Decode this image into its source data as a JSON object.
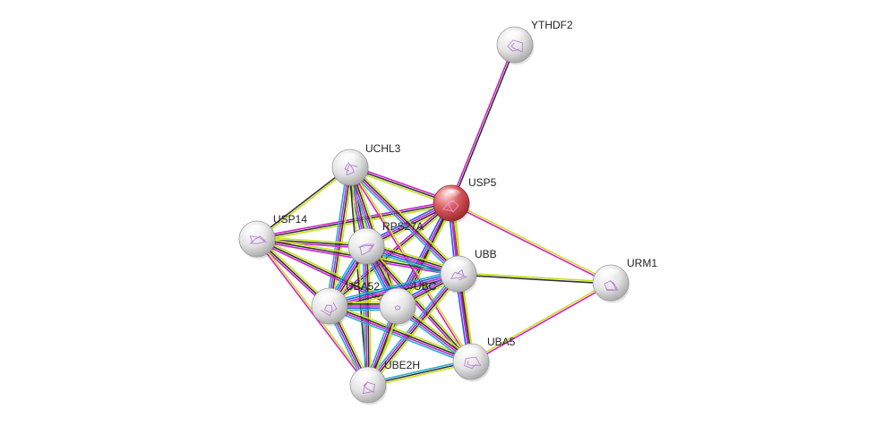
{
  "network": {
    "query_color": "#d04045",
    "node_color": "#e6e6e6",
    "structure_color": "#b070d0",
    "nodes": [
      {
        "id": "YTHDF2",
        "label": "YTHDF2",
        "query": false
      },
      {
        "id": "USP5",
        "label": "USP5",
        "query": true
      },
      {
        "id": "UCHL3",
        "label": "UCHL3",
        "query": false
      },
      {
        "id": "USP14",
        "label": "USP14",
        "query": false
      },
      {
        "id": "RPS27A",
        "label": "RPS27A",
        "query": false
      },
      {
        "id": "UBB",
        "label": "UBB",
        "query": false
      },
      {
        "id": "URM1",
        "label": "URM1",
        "query": false
      },
      {
        "id": "UBA52",
        "label": "UBA52",
        "query": false
      },
      {
        "id": "UBC",
        "label": "UBC",
        "query": false
      },
      {
        "id": "UBA5",
        "label": "UBA5",
        "query": false
      },
      {
        "id": "UBE2H",
        "label": "UBE2H",
        "query": false
      }
    ],
    "edges": [
      {
        "source": "USP5",
        "target": "YTHDF2",
        "colors": [
          "#d020d0",
          "#333333"
        ]
      },
      {
        "source": "USP5",
        "target": "UCHL3",
        "colors": [
          "#c8e020",
          "#333333",
          "#d020d0"
        ]
      },
      {
        "source": "USP5",
        "target": "USP14",
        "colors": [
          "#c8e020",
          "#333333",
          "#d020d0"
        ]
      },
      {
        "source": "USP5",
        "target": "RPS27A",
        "colors": [
          "#c8e020",
          "#333333",
          "#d020d0",
          "#2060e0"
        ]
      },
      {
        "source": "USP5",
        "target": "UBB",
        "colors": [
          "#c8e020",
          "#333333",
          "#d020d0",
          "#2060e0"
        ]
      },
      {
        "source": "USP5",
        "target": "URM1",
        "colors": [
          "#c8e020",
          "#d020d0"
        ]
      },
      {
        "source": "USP5",
        "target": "UBA52",
        "colors": [
          "#c8e020",
          "#333333",
          "#d020d0"
        ]
      },
      {
        "source": "USP5",
        "target": "UBC",
        "colors": [
          "#c8e020",
          "#333333",
          "#d020d0",
          "#2060e0"
        ]
      },
      {
        "source": "USP5",
        "target": "UBA5",
        "colors": [
          "#c8e020",
          "#d020d0"
        ]
      },
      {
        "source": "USP5",
        "target": "UBE2H",
        "colors": [
          "#c8e020",
          "#333333"
        ]
      },
      {
        "source": "UCHL3",
        "target": "USP14",
        "colors": [
          "#c8e020",
          "#333333"
        ]
      },
      {
        "source": "UCHL3",
        "target": "RPS27A",
        "colors": [
          "#c8e020",
          "#333333",
          "#d020d0",
          "#2060e0"
        ]
      },
      {
        "source": "UCHL3",
        "target": "UBB",
        "colors": [
          "#c8e020",
          "#333333",
          "#d020d0",
          "#20b0d0"
        ]
      },
      {
        "source": "UCHL3",
        "target": "UBA52",
        "colors": [
          "#c8e020",
          "#333333",
          "#d020d0",
          "#20b0d0"
        ]
      },
      {
        "source": "UCHL3",
        "target": "UBC",
        "colors": [
          "#c8e020",
          "#333333",
          "#d020d0",
          "#20b0d0"
        ]
      },
      {
        "source": "UCHL3",
        "target": "UBA5",
        "colors": [
          "#c8e020",
          "#d020d0"
        ]
      },
      {
        "source": "UCHL3",
        "target": "UBE2H",
        "colors": [
          "#c8e020",
          "#333333"
        ]
      },
      {
        "source": "USP14",
        "target": "RPS27A",
        "colors": [
          "#c8e020",
          "#333333",
          "#d020d0"
        ]
      },
      {
        "source": "USP14",
        "target": "UBB",
        "colors": [
          "#c8e020",
          "#333333",
          "#d020d0"
        ]
      },
      {
        "source": "USP14",
        "target": "UBA52",
        "colors": [
          "#c8e020",
          "#333333",
          "#d020d0"
        ]
      },
      {
        "source": "USP14",
        "target": "UBC",
        "colors": [
          "#c8e020",
          "#333333",
          "#d020d0"
        ]
      },
      {
        "source": "USP14",
        "target": "UBE2H",
        "colors": [
          "#c8e020",
          "#d020d0"
        ]
      },
      {
        "source": "RPS27A",
        "target": "UBB",
        "colors": [
          "#c8e020",
          "#333333",
          "#d020d0",
          "#2060e0",
          "#20b0d0"
        ]
      },
      {
        "source": "RPS27A",
        "target": "UBA52",
        "colors": [
          "#c8e020",
          "#333333",
          "#d020d0",
          "#2060e0",
          "#20b0d0"
        ]
      },
      {
        "source": "RPS27A",
        "target": "UBC",
        "colors": [
          "#c8e020",
          "#333333",
          "#d020d0",
          "#2060e0",
          "#20b0d0"
        ]
      },
      {
        "source": "RPS27A",
        "target": "UBA5",
        "colors": [
          "#c8e020",
          "#333333",
          "#d020d0"
        ]
      },
      {
        "source": "RPS27A",
        "target": "UBE2H",
        "colors": [
          "#c8e020",
          "#333333",
          "#d020d0",
          "#20b0d0"
        ]
      },
      {
        "source": "UBB",
        "target": "URM1",
        "colors": [
          "#c8e020",
          "#333333"
        ]
      },
      {
        "source": "UBB",
        "target": "UBA52",
        "colors": [
          "#c8e020",
          "#333333",
          "#d020d0",
          "#2060e0",
          "#20b0d0"
        ]
      },
      {
        "source": "UBB",
        "target": "UBC",
        "colors": [
          "#c8e020",
          "#333333",
          "#d020d0",
          "#2060e0"
        ]
      },
      {
        "source": "UBB",
        "target": "UBA5",
        "colors": [
          "#c8e020",
          "#333333",
          "#d020d0",
          "#2060e0"
        ]
      },
      {
        "source": "UBB",
        "target": "UBE2H",
        "colors": [
          "#c8e020",
          "#333333",
          "#d020d0",
          "#20b0d0"
        ]
      },
      {
        "source": "UBA52",
        "target": "UBC",
        "colors": [
          "#c8e020",
          "#333333",
          "#d020d0",
          "#2060e0",
          "#20b0d0"
        ]
      },
      {
        "source": "UBA52",
        "target": "UBA5",
        "colors": [
          "#c8e020",
          "#333333",
          "#d020d0",
          "#20b0d0"
        ]
      },
      {
        "source": "UBA52",
        "target": "UBE2H",
        "colors": [
          "#c8e020",
          "#333333",
          "#d020d0",
          "#20b0d0"
        ]
      },
      {
        "source": "UBC",
        "target": "UBA5",
        "colors": [
          "#c8e020",
          "#333333",
          "#d020d0",
          "#20b0d0"
        ]
      },
      {
        "source": "UBC",
        "target": "UBE2H",
        "colors": [
          "#c8e020",
          "#333333",
          "#d020d0",
          "#20b0d0"
        ]
      },
      {
        "source": "UBA5",
        "target": "URM1",
        "colors": [
          "#c8e020",
          "#d020d0"
        ]
      },
      {
        "source": "UBA5",
        "target": "UBE2H",
        "colors": [
          "#c8e020",
          "#333333",
          "#20b0d0"
        ]
      }
    ]
  }
}
